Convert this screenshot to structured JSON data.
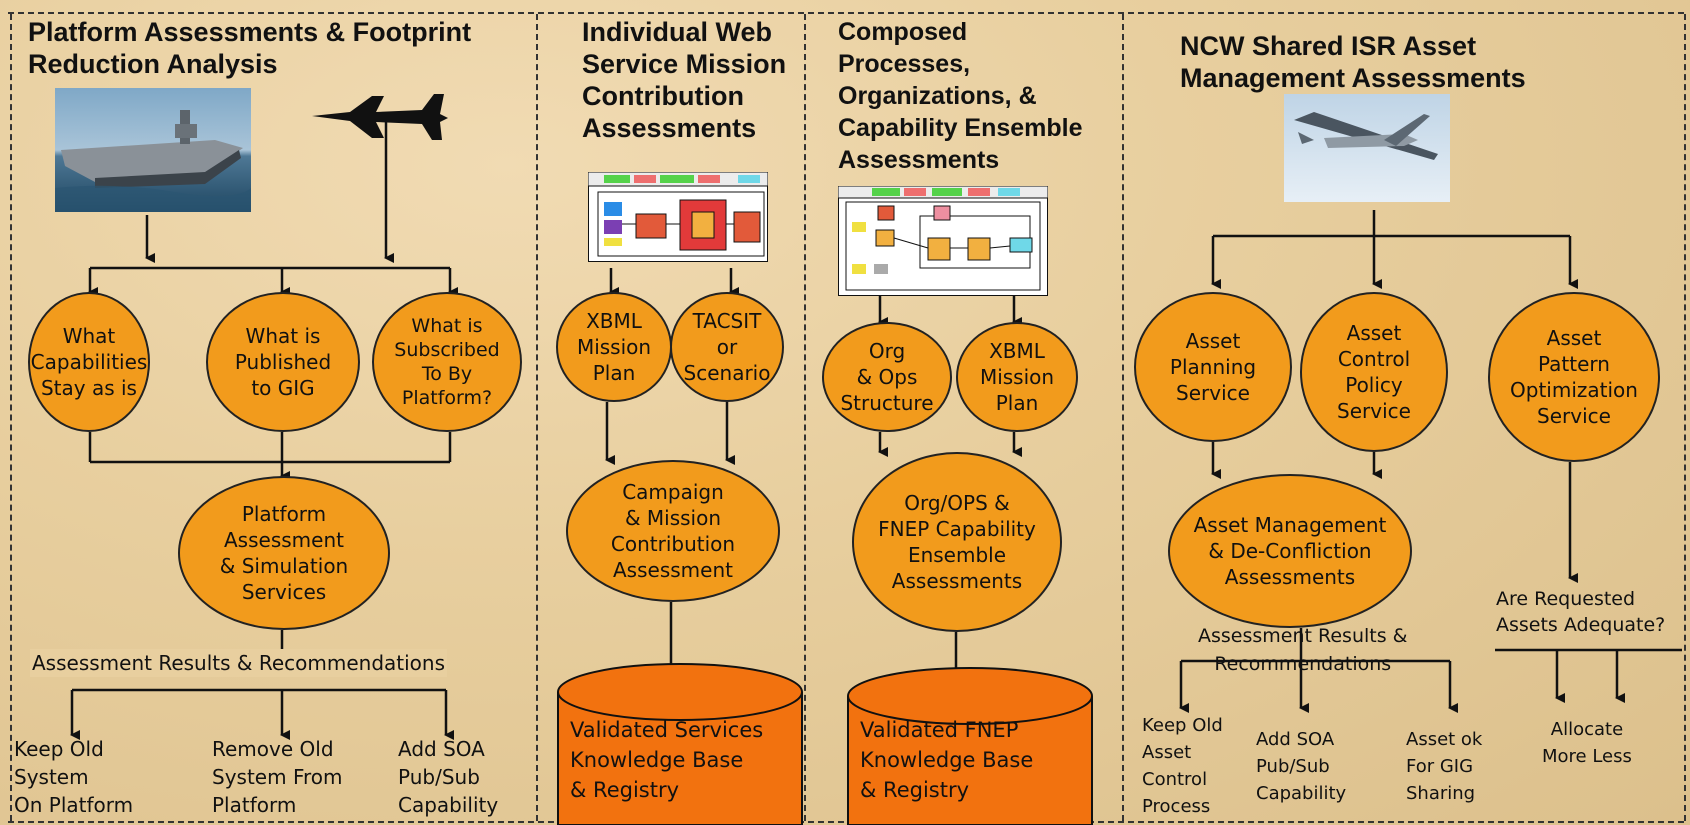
{
  "panels": {
    "p1": {
      "title": "Platform Assessments & Footprint\nReduction Analysis",
      "nodes": {
        "stay": "What\nCapabilities\nStay as is",
        "published": "What is\nPublished\nto GIG",
        "subscribed": "What is\nSubscribed\nTo By\nPlatform?",
        "assessment": "Platform\nAssessment\n& Simulation\nServices"
      },
      "results": "Assessment Results & Recommendations",
      "outcomes": {
        "keep": "Keep Old\nSystem\nOn Platform",
        "remove": "Remove Old\nSystem From\nPlatform",
        "add": "Add SOA\nPub/Sub\nCapability"
      }
    },
    "p2": {
      "title": "Individual Web\nService Mission\nContribution\nAssessments",
      "nodes": {
        "xbml": "XBML\nMission\nPlan",
        "tacsit": "TACSIT\nor\nScenario",
        "campaign": "Campaign\n& Mission\nContribution\nAssessment"
      },
      "database": "Validated Services\nKnowledge Base\n& Registry"
    },
    "p3": {
      "title": "Composed\nProcesses,\nOrganizations, &\nCapability Ensemble\nAssessments",
      "nodes": {
        "org": "Org\n& Ops\nStructure",
        "xbml": "XBML\nMission\nPlan",
        "fnep": "Org/OPS &\nFNEP Capability\nEnsemble\nAssessments"
      },
      "database": "Validated FNEP\nKnowledge Base\n& Registry"
    },
    "p4": {
      "title": "NCW Shared ISR Asset\nManagement Assessments",
      "nodes": {
        "planning": "Asset\nPlanning\nService",
        "control": "Asset\nControl\nPolicy\nService",
        "pattern": "Asset\nPattern\nOptimization\nService",
        "management": "Asset Management\n& De-Confliction\nAssessments"
      },
      "results": "Assessment Results &\nRecommendations",
      "adequate": "Are Requested\nAssets Adequate?",
      "outcomes": {
        "keep": "Keep Old\nAsset\nControl\nProcess",
        "add": "Add SOA\nPub/Sub\nCapability",
        "ok": "Asset ok\nFor GIG\nSharing",
        "allocate": "Allocate\nMore  Less"
      }
    }
  },
  "colors": {
    "node_fill": "#f29b1c",
    "database_fill": "#f2720f",
    "background": "#e8cf9f"
  }
}
